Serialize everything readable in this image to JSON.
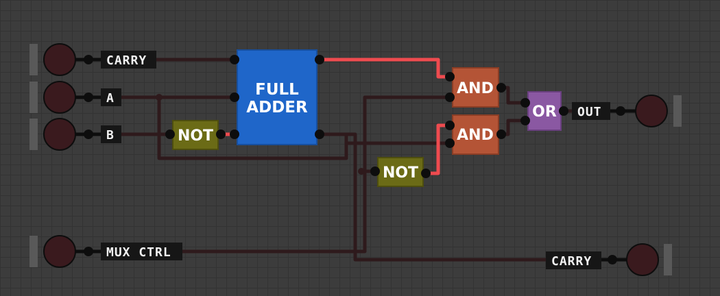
{
  "colors": {
    "wire_off": "#2e1a1c",
    "wire_on": "#ef4b4f",
    "full_adder": "#1f66c9",
    "and_gate": "#b45436",
    "or_gate": "#8a58a2",
    "not_gate": "#6b6b16"
  },
  "inputs": [
    {
      "id": "in_carry",
      "label": "CARRY"
    },
    {
      "id": "in_a",
      "label": "A"
    },
    {
      "id": "in_b",
      "label": "B"
    },
    {
      "id": "in_mux",
      "label": "MUX CTRL"
    }
  ],
  "outputs": [
    {
      "id": "out_out",
      "label": "OUT"
    },
    {
      "id": "out_carry",
      "label": "CARRY"
    }
  ],
  "gates": [
    {
      "id": "full_adder",
      "type": "full-adder",
      "lines": [
        "FULL",
        "ADDER"
      ]
    },
    {
      "id": "not_b",
      "type": "not",
      "lines": [
        "NOT"
      ]
    },
    {
      "id": "not_mux",
      "type": "not",
      "lines": [
        "NOT"
      ]
    },
    {
      "id": "and_top",
      "type": "and",
      "lines": [
        "AND"
      ]
    },
    {
      "id": "and_bottom",
      "type": "and",
      "lines": [
        "AND"
      ]
    },
    {
      "id": "or_out",
      "type": "or",
      "lines": [
        "OR"
      ]
    }
  ]
}
